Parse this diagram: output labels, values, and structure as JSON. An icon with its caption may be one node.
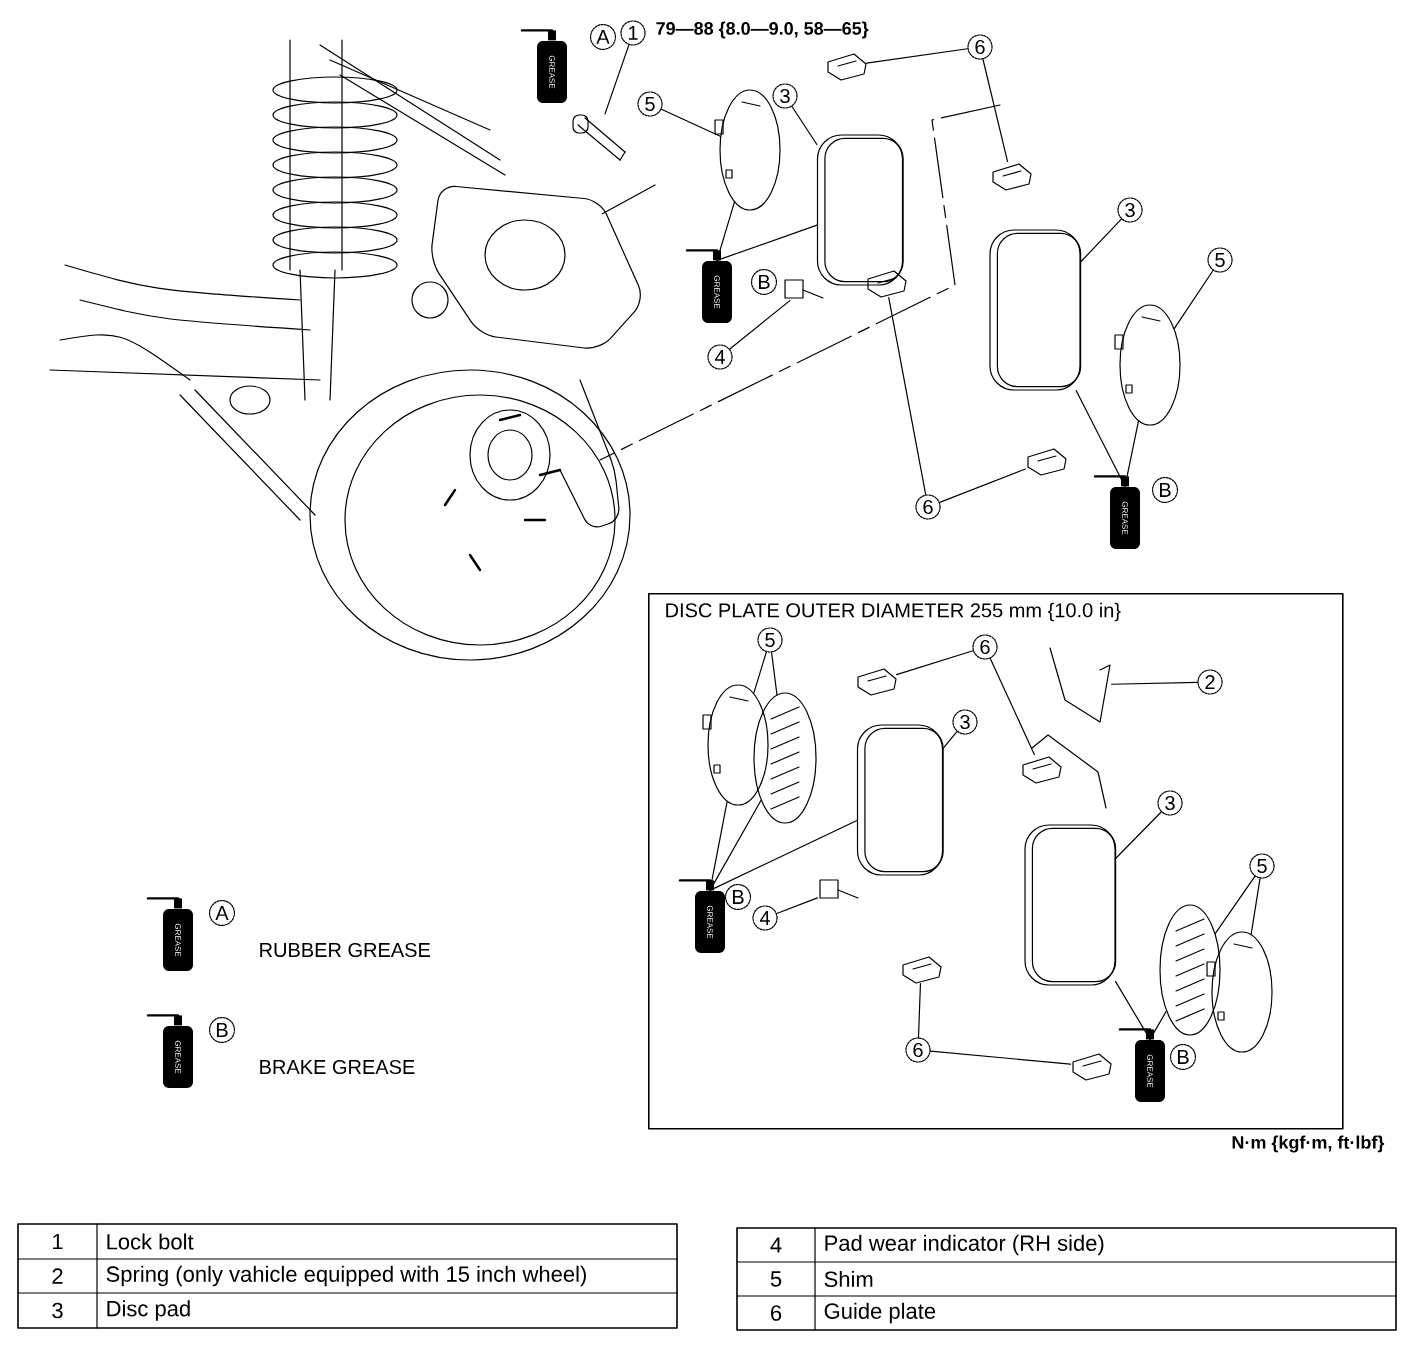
{
  "diagram": {
    "nodes": [
      {
        "text": [
          "DISC PLATE OUTER DIAMETER 255 mm {10.0 in}"
        ]
      },
      {
        "text": [
          "A"
        ]
      },
      {
        "text": [
          "1"
        ]
      },
      {
        "text": [
          "5"
        ]
      },
      {
        "text": [
          "3"
        ]
      },
      {
        "text": [
          "6"
        ]
      },
      {
        "text": [
          "B"
        ]
      },
      {
        "text": [
          "4"
        ]
      },
      {
        "text": [
          "3"
        ]
      },
      {
        "text": [
          "5"
        ]
      },
      {
        "text": [
          "6"
        ]
      },
      {
        "text": [
          "B"
        ]
      },
      {
        "text": [
          "GREASE"
        ]
      },
      {
        "text": [
          "GREASE"
        ]
      },
      {
        "text": [
          "GREASE"
        ]
      },
      {
        "text": [
          "5"
        ],
        "in": 0
      },
      {
        "text": [
          "6"
        ],
        "in": 0
      },
      {
        "text": [
          "2"
        ],
        "in": 0
      },
      {
        "text": [
          "3"
        ],
        "in": 0
      },
      {
        "text": [
          "3"
        ],
        "in": 0
      },
      {
        "text": [
          "5"
        ],
        "in": 0
      },
      {
        "text": [
          "B"
        ],
        "in": 0
      },
      {
        "text": [
          "4"
        ],
        "in": 0
      },
      {
        "text": [
          "6"
        ],
        "in": 0
      },
      {
        "text": [
          "B"
        ],
        "in": 0
      },
      {
        "text": [
          "GREASE"
        ],
        "in": 0
      },
      {
        "text": [
          "GREASE"
        ],
        "in": 0
      },
      {
        "text": [
          "GREASE"
        ]
      },
      {
        "text": [
          "A"
        ]
      },
      {
        "text": [
          "GREASE"
        ]
      },
      {
        "text": [
          "B"
        ]
      },
      {
        "text": [],
        "shape": "picture"
      },
      {
        "text": [],
        "shape": "picture"
      },
      {
        "text": [],
        "shape": "picture"
      },
      {
        "text": [],
        "shape": "picture"
      },
      {
        "text": [],
        "shape": "picture"
      },
      {
        "text": [],
        "shape": "picture"
      },
      {
        "text": [],
        "shape": "picture"
      },
      {
        "text": [],
        "shape": "picture"
      },
      {
        "text": [],
        "shape": "picture"
      },
      {
        "text": [],
        "shape": "picture"
      },
      {
        "text": [],
        "shape": "picture",
        "in": 0
      },
      {
        "text": [],
        "shape": "picture",
        "in": 0
      },
      {
        "text": [],
        "shape": "picture",
        "in": 0
      },
      {
        "text": [],
        "shape": "picture",
        "in": 0
      },
      {
        "text": [],
        "shape": "picture",
        "in": 0
      },
      {
        "text": [],
        "shape": "picture",
        "in": 0
      },
      {
        "text": [],
        "shape": "picture",
        "in": 0
      },
      {
        "text": [],
        "shape": "picture",
        "in": 0
      },
      {
        "text": [],
        "shape": "picture",
        "in": 0
      },
      {
        "text": [],
        "shape": "picture",
        "in": 0
      },
      {
        "text": [],
        "shape": "picture",
        "in": 0
      },
      {
        "text": [],
        "shape": "picture",
        "in": 0
      },
      {
        "text": [],
        "shape": "picture",
        "in": 0
      }
    ],
    "edges": [
      {
        "from": 2,
        "to": 31,
        "arrow": "none"
      },
      {
        "from": 3,
        "to": 32,
        "arrow": "none"
      },
      {
        "from": 4,
        "to": 33,
        "arrow": "none"
      },
      {
        "from": 5,
        "to": 34,
        "arrow": "none"
      },
      {
        "from": 5,
        "to": 35,
        "arrow": "none"
      },
      {
        "from": 7,
        "to": 36,
        "arrow": "none"
      },
      {
        "from": 8,
        "to": 38,
        "arrow": "none"
      },
      {
        "from": 9,
        "to": 39,
        "arrow": "none"
      },
      {
        "from": 10,
        "to": 37,
        "arrow": "none"
      },
      {
        "from": 10,
        "to": 40,
        "arrow": "none"
      },
      {
        "from": 13,
        "to": 32,
        "arrow": "none"
      },
      {
        "from": 13,
        "to": 33,
        "arrow": "none"
      },
      {
        "from": 14,
        "to": 38,
        "arrow": "none"
      },
      {
        "from": 14,
        "to": 39,
        "arrow": "none"
      },
      {
        "from": 15,
        "to": 41,
        "arrow": "none"
      },
      {
        "from": 15,
        "to": 42,
        "arrow": "none"
      },
      {
        "from": 16,
        "to": 43,
        "arrow": "none"
      },
      {
        "from": 16,
        "to": 45,
        "arrow": "none"
      },
      {
        "from": 17,
        "to": 44,
        "arrow": "none"
      },
      {
        "from": 18,
        "to": 47,
        "arrow": "none"
      },
      {
        "from": 19,
        "to": 49,
        "arrow": "none"
      },
      {
        "from": 20,
        "to": 51,
        "arrow": "none"
      },
      {
        "from": 20,
        "to": 52,
        "arrow": "none"
      },
      {
        "from": 22,
        "to": 48,
        "arrow": "none"
      },
      {
        "from": 23,
        "to": 50,
        "arrow": "none"
      },
      {
        "from": 23,
        "to": 53,
        "arrow": "none"
      },
      {
        "from": 25,
        "to": 41,
        "arrow": "none"
      },
      {
        "from": 25,
        "to": 42,
        "arrow": "none"
      },
      {
        "from": 25,
        "to": 47,
        "arrow": "none"
      },
      {
        "from": 26,
        "to": 49,
        "arrow": "none"
      },
      {
        "from": 26,
        "to": 51,
        "arrow": "none"
      }
    ],
    "labels": [
      "79—88 {8.0—9.0, 58—65}",
      "N·m {kgf·m, ft·lbf}",
      "1",
      "Lock bolt",
      "2",
      "Spring (only vahicle equipped with 15 inch wheel)",
      "3",
      "Disc pad",
      "4",
      "Pad wear indicator (RH side)",
      "5",
      "Shim",
      "6",
      "Guide plate"
    ],
    "legend": [
      {
        "text": "RUBBER GREASE"
      },
      {
        "text": "BRAKE GREASE"
      }
    ]
  }
}
